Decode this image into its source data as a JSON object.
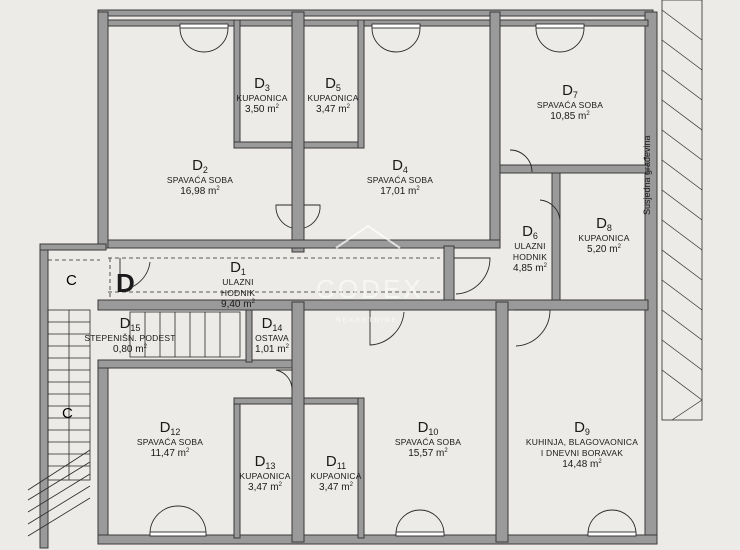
{
  "rooms": [
    {
      "id": "d2",
      "code": "D",
      "sub": "2",
      "name": "SPAVAĆA SOBA",
      "area": "16,98 m"
    },
    {
      "id": "d3",
      "code": "D",
      "sub": "3",
      "name": "KUPAONICA",
      "area": "3,50 m"
    },
    {
      "id": "d5",
      "code": "D",
      "sub": "5",
      "name": "KUPAONICA",
      "area": "3,47 m"
    },
    {
      "id": "d4",
      "code": "D",
      "sub": "4",
      "name": "SPAVAĆA SOBA",
      "area": "17,01 m"
    },
    {
      "id": "d7",
      "code": "D",
      "sub": "7",
      "name": "SPAVAĆA SOBA",
      "area": "10,85 m"
    },
    {
      "id": "d6",
      "code": "D",
      "sub": "6",
      "name": "ULAZNI",
      "name2": "HODNIK",
      "area": "4,85 m"
    },
    {
      "id": "d8",
      "code": "D",
      "sub": "8",
      "name": "KUPAONICA",
      "area": "5,20 m"
    },
    {
      "id": "d1",
      "code": "D",
      "sub": "1",
      "name": "ULAZNI",
      "name2": "HODNIK",
      "area": "9,40 m"
    },
    {
      "id": "d15",
      "code": "D",
      "sub": "15",
      "name": "STEPENIŠN. PODEST",
      "area": "0,80 m"
    },
    {
      "id": "d14",
      "code": "D",
      "sub": "14",
      "name": "OSTAVA",
      "area": "1,01 m"
    },
    {
      "id": "d12",
      "code": "D",
      "sub": "12",
      "name": "SPAVAĆA SOBA",
      "area": "11,47 m"
    },
    {
      "id": "d13",
      "code": "D",
      "sub": "13",
      "name": "KUPAONICA",
      "area": "3,47 m"
    },
    {
      "id": "d11",
      "code": "D",
      "sub": "11",
      "name": "KUPAONICA",
      "area": "3,47 m"
    },
    {
      "id": "d10",
      "code": "D",
      "sub": "10",
      "name": "SPAVAĆA SOBA",
      "area": "15,57 m"
    },
    {
      "id": "d9",
      "code": "D",
      "sub": "9",
      "name": "KUHINJA, BLAGOVAONICA",
      "name2": "I DNEVNI BORAVAK",
      "area": "14,48 m"
    }
  ],
  "area_unit_sup": "2",
  "labels": {
    "stair_c": "C",
    "stair_c_lower": "C",
    "entry_d": "D",
    "neighbor_building": "Susjedna građevina"
  },
  "watermark": {
    "brand": "ODEX",
    "prefix": "C",
    "tagline": "NEKRETNINE"
  },
  "colors": {
    "paper": "#e9e9e6",
    "wall": "#9a9a9a",
    "ink": "#1a1a1a"
  }
}
